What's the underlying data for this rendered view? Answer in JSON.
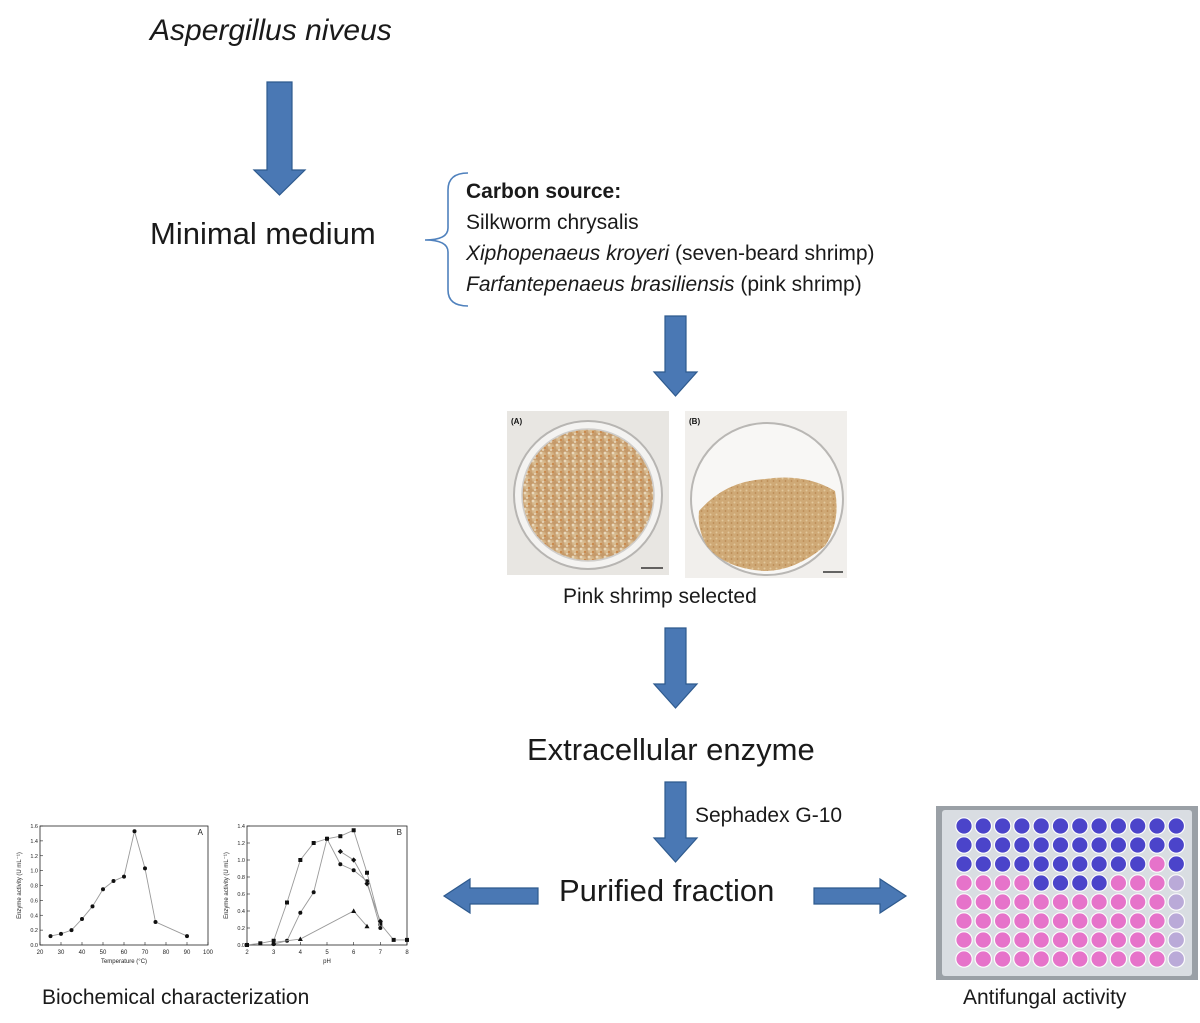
{
  "organism": "Aspergillus niveus",
  "nodes": {
    "minimal_medium": "Minimal medium",
    "extracellular_enzyme": "Extracellular enzyme",
    "purified_fraction": "Purified fraction"
  },
  "carbon_source": {
    "header": "Carbon source:",
    "item1": "Silkworm chrysalis",
    "item2_italic": "Xiphopenaeus kroyeri",
    "item2_rest": " (seven-beard shrimp)",
    "item3_italic": "Farfantepenaeus brasiliensis",
    "item3_rest": " (pink shrimp)"
  },
  "photos": {
    "label_a": "(A)",
    "label_b": "(B)",
    "caption": "Pink shrimp selected"
  },
  "step_label": "Sephadex G-10",
  "outcomes": {
    "left_caption": "Biochemical characterization",
    "right_caption": "Antifungal activity"
  },
  "colors": {
    "arrow_fill": "#4a78b4",
    "arrow_stroke": "#2e5a8e",
    "brace": "#4f81bd",
    "well_blue": "#4038c8",
    "well_pink": "#e86bc8"
  },
  "chart_data": [
    {
      "type": "line",
      "panel_label": "A",
      "xlabel": "Temperature (°C)",
      "ylabel": "Enzyme activity (U mL⁻¹)",
      "xlim": [
        20,
        100
      ],
      "ylim": [
        0,
        1.6
      ],
      "xticks": [
        20,
        30,
        40,
        50,
        60,
        70,
        80,
        90,
        100
      ],
      "yticks": [
        0.0,
        0.2,
        0.4,
        0.6,
        0.8,
        1.0,
        1.2,
        1.4,
        1.6
      ],
      "series": [
        {
          "marker": "circle",
          "x": [
            25,
            30,
            35,
            40,
            45,
            50,
            55,
            60,
            65,
            70,
            75,
            90
          ],
          "y": [
            0.12,
            0.15,
            0.2,
            0.35,
            0.52,
            0.75,
            0.86,
            0.92,
            1.53,
            1.03,
            0.31,
            0.12
          ]
        }
      ]
    },
    {
      "type": "line",
      "panel_label": "B",
      "xlabel": "pH",
      "ylabel": "Enzyme activity (U mL⁻¹)",
      "xlim": [
        2,
        8
      ],
      "ylim": [
        0,
        1.4
      ],
      "xticks": [
        2,
        3,
        4,
        5,
        6,
        7,
        8
      ],
      "yticks": [
        0.0,
        0.2,
        0.4,
        0.6,
        0.8,
        1.0,
        1.2,
        1.4
      ],
      "series": [
        {
          "marker": "square",
          "x": [
            2,
            2.5,
            3,
            3.5,
            4,
            4.5,
            5,
            5.5,
            6,
            6.5,
            7,
            7.5,
            8
          ],
          "y": [
            0.0,
            0.02,
            0.05,
            0.5,
            1.0,
            1.2,
            1.25,
            1.28,
            1.35,
            0.85,
            0.25,
            0.06,
            0.06
          ]
        },
        {
          "marker": "circle",
          "x": [
            3,
            3.5,
            4,
            4.5,
            5,
            5.5,
            6,
            6.5,
            7
          ],
          "y": [
            0.01,
            0.05,
            0.38,
            0.62,
            1.25,
            0.95,
            0.88,
            0.75,
            0.2
          ]
        },
        {
          "marker": "diamond",
          "x": [
            5.5,
            6,
            6.5,
            7
          ],
          "y": [
            1.1,
            1.0,
            0.72,
            0.28
          ]
        },
        {
          "marker": "triangle",
          "x": [
            3,
            4,
            6,
            6.5
          ],
          "y": [
            0.03,
            0.07,
            0.4,
            0.22
          ]
        }
      ]
    }
  ]
}
